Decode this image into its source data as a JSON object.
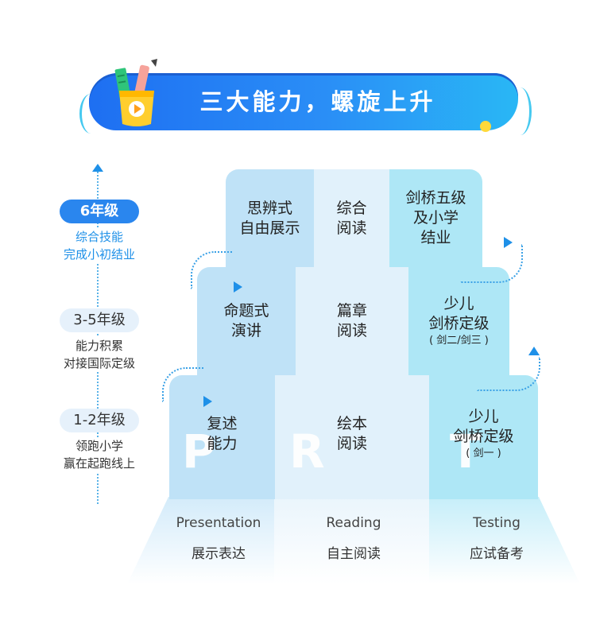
{
  "banner": {
    "title": "三大能力，螺旋上升"
  },
  "levels": [
    {
      "label": "6年级",
      "desc_line1": "综合技能",
      "desc_line2": "完成小初结业"
    },
    {
      "label": "3-5年级",
      "desc_line1": "能力积累",
      "desc_line2": "对接国际定级"
    },
    {
      "label": "1-2年级",
      "desc_line1": "领跑小学",
      "desc_line2": "赢在起跑线上"
    }
  ],
  "tiers": {
    "top": {
      "presentation": [
        "思辨式",
        "自由展示"
      ],
      "reading": [
        "综合",
        "阅读"
      ],
      "testing": [
        "剑桥五级",
        "及小学",
        "结业"
      ]
    },
    "middle": {
      "presentation": [
        "命题式",
        "演讲"
      ],
      "reading": [
        "篇章",
        "阅读"
      ],
      "testing": [
        "少儿",
        "剑桥定级"
      ],
      "testing_note": "( 剑二/剑三 )"
    },
    "bottom": {
      "presentation": [
        "复述",
        "能力"
      ],
      "reading": [
        "绘本",
        "阅读"
      ],
      "testing": [
        "少儿",
        "剑桥定级"
      ],
      "testing_note": "( 剑一 )"
    }
  },
  "letters": [
    "P",
    "R",
    "T"
  ],
  "columns": [
    {
      "en": "Presentation",
      "zh": "展示表达"
    },
    {
      "en": "Reading",
      "zh": "自主阅读"
    },
    {
      "en": "Testing",
      "zh": "应试备考"
    }
  ],
  "colors": {
    "banner": "#2a86ee",
    "accent": "#1e90e8",
    "presentation": "#bfe2f7",
    "reading": "#e1f1fb",
    "testing": "#aee7f6"
  }
}
